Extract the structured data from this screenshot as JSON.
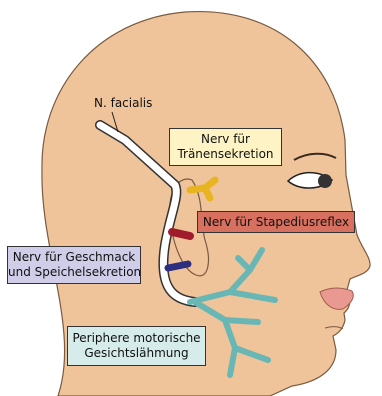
{
  "labels": {
    "facialis": "N. facialis",
    "tranen_line1": "Nerv für",
    "tranen_line2": "Tränensekretion",
    "stapedius": "Nerv für Stapediusreflex",
    "geschmack_line1": "Nerv für Geschmack",
    "geschmack_line2": "und Speichelsekretion",
    "periphere_line1": "Periphere motorische",
    "periphere_line2": "Gesichtslähmung"
  },
  "colors": {
    "skin": "#efc49a",
    "skin_outline": "#7a5a40",
    "nerve_main": "#ffffff",
    "nerve_tranen": "#e8b520",
    "nerve_stapedius": "#a01c2c",
    "nerve_geschmack": "#2e2e80",
    "nerve_motor": "#69b7b5",
    "box_tranen": "#fdf3c4",
    "box_stapedius": "#d8705f",
    "box_geschmack": "#cfcde8",
    "box_periphere": "#d5ecea",
    "lips": "#e9998f"
  }
}
